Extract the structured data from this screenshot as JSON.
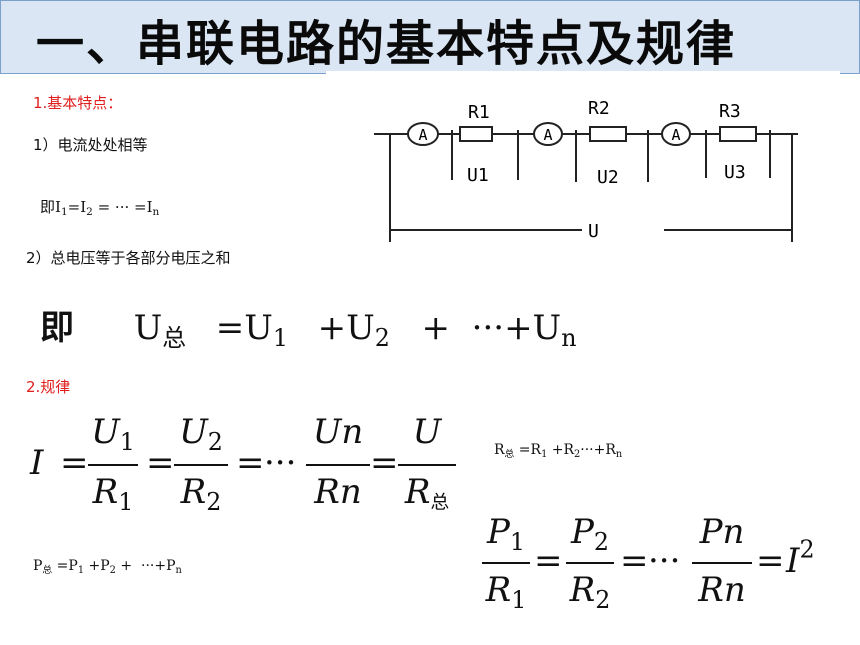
{
  "title": "一、串联电路的基本特点及规律",
  "section1": {
    "heading": "1.基本特点：",
    "point1": "1）电流处处相等",
    "point1_formula": {
      "prefix": "即",
      "t1": "I",
      "s1": "1",
      "t2": "=I",
      "s2": "2",
      "t3": " = ··· =I",
      "s3": "n"
    },
    "point2": "2）总电压等于各部分电压之和",
    "point2_formula": {
      "prefix": "即",
      "a": "U",
      "a_sub": "总",
      "b": "=U",
      "b_sub": "1",
      "c": "+U",
      "c_sub": "2",
      "d": "+  ···+U",
      "d_sub": "n"
    }
  },
  "section2": {
    "heading": "2.规律",
    "ratio_formula": {
      "lhs": "I",
      "eq": "=",
      "dots": "···",
      "num1": "U",
      "num1_sub": "1",
      "den1": "R",
      "den1_sub": "1",
      "num2": "U",
      "num2_sub": "2",
      "den2": "R",
      "den2_sub": "2",
      "num3": "Un",
      "den3": "Rn",
      "num4": "U",
      "den4": "R",
      "den4_sub": "总"
    },
    "resistance_sum": {
      "a": "R",
      "a_sub": "总",
      "b": " =R",
      "b_sub": "1",
      "c": " +R",
      "c_sub": "2",
      "d": "···+R",
      "d_sub": "n"
    },
    "power_sum": {
      "a": "P",
      "a_sub": "总",
      "b": " =P",
      "b_sub": "1",
      "c": " +P",
      "c_sub": "2",
      "d": " +  ···+P",
      "d_sub": "n"
    },
    "power_ratio": {
      "num1": "P",
      "num1_sub": "1",
      "den1": "R",
      "den1_sub": "1",
      "num2": "P",
      "num2_sub": "2",
      "den2": "R",
      "den2_sub": "2",
      "num3": "Pn",
      "den3": "Rn",
      "eq": "=",
      "dots": "···",
      "rhs": "I",
      "rhs_sup": "2"
    }
  },
  "circuit": {
    "ammeter_symbol": "A",
    "resistors": [
      "R1",
      "R2",
      "R3"
    ],
    "voltages": [
      "U1",
      "U2",
      "U3"
    ],
    "total_voltage": "U"
  }
}
